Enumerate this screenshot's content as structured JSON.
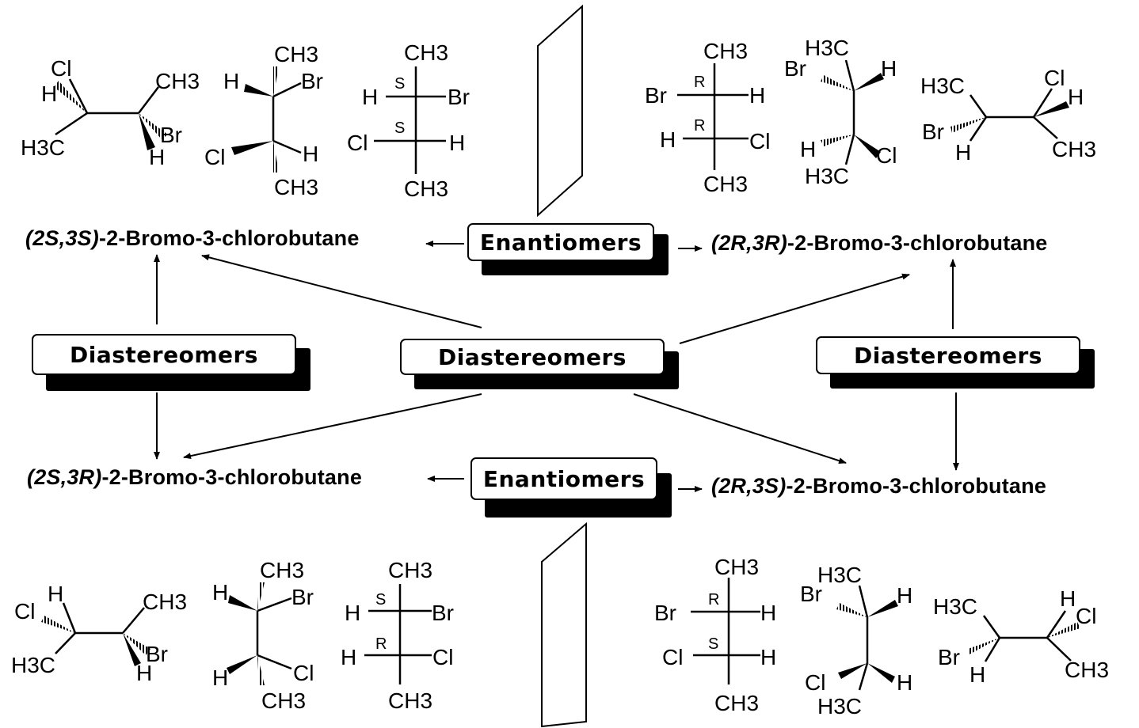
{
  "labels": {
    "ss": {
      "config": "(2S,3S)",
      "name": "-2-Bromo-3-chlorobutane"
    },
    "rr": {
      "config": "(2R,3R)",
      "name": "-2-Bromo-3-chlorobutane"
    },
    "sr": {
      "config": "(2S,3R)",
      "name": "-2-Bromo-3-chlorobutane"
    },
    "rs": {
      "config": "(2R,3S)",
      "name": "-2-Bromo-3-chlorobutane"
    }
  },
  "boxes": {
    "enantiomers_top": "Enantiomers",
    "enantiomers_bottom": "Enantiomers",
    "diastereomers_left": "Diastereomers",
    "diastereomers_center": "Diastereomers",
    "diastereomers_right": "Diastereomers"
  },
  "atoms": {
    "cl": "Cl",
    "br": "Br",
    "h": "H",
    "ch3": "CH3",
    "h3c": "H3C",
    "s": "S",
    "r": "R"
  },
  "colors": {
    "ink": "#000000",
    "background": "#ffffff"
  }
}
